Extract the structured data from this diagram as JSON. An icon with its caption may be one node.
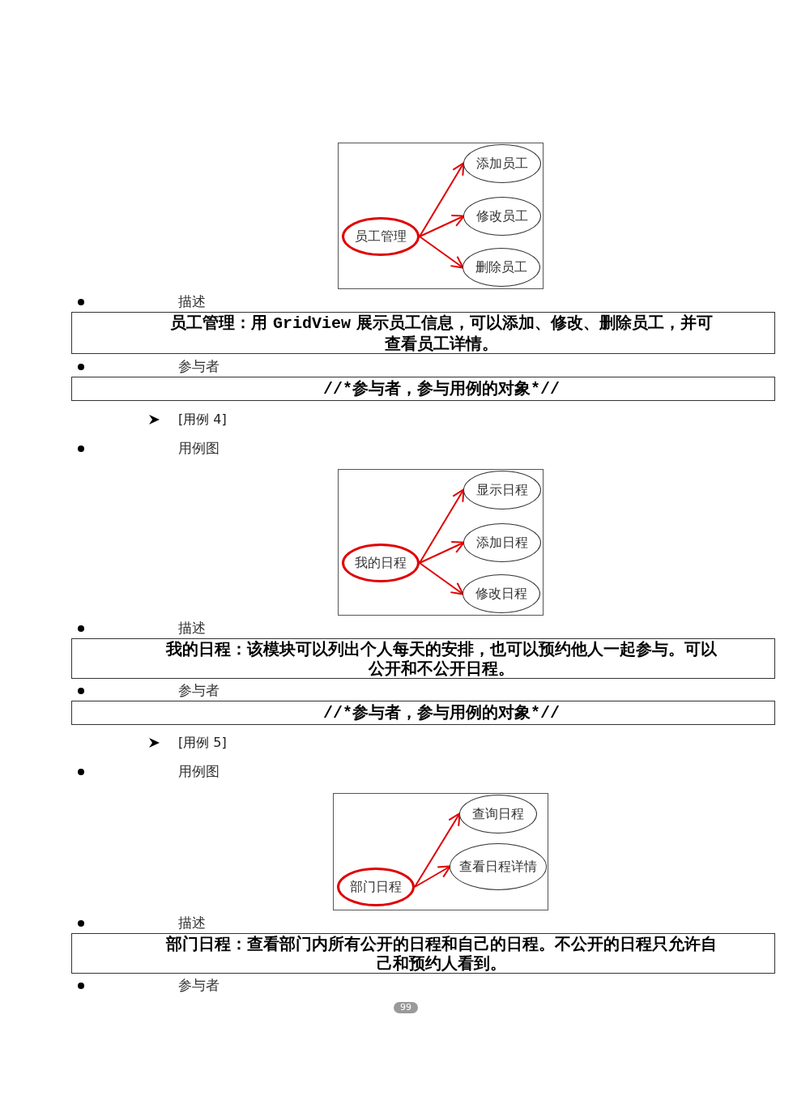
{
  "diagram": {
    "nodes": [
      {
        "text": [],
        "shape": "box"
      },
      {
        "text": [
          "员工管理"
        ],
        "in": 0
      },
      {
        "text": [
          "添加员工"
        ],
        "in": 0
      },
      {
        "text": [
          "修改员工"
        ],
        "in": 0
      },
      {
        "text": [
          "删除员工"
        ],
        "in": 0
      },
      {
        "text": [
          "员工管理：用 GridView 展示员工信息，可以添加、修改、删除员工，并可查看员工详情。"
        ]
      },
      {
        "text": [
          "//*参与者，参与用例的对象*//"
        ]
      },
      {
        "text": [],
        "shape": "box"
      },
      {
        "text": [
          "我的日程"
        ],
        "in": 7
      },
      {
        "text": [
          "显示日程"
        ],
        "in": 7
      },
      {
        "text": [
          "添加日程"
        ],
        "in": 7
      },
      {
        "text": [
          "修改日程"
        ],
        "in": 7
      },
      {
        "text": [
          "我的日程：该模块可以列出个人每天的安排，也可以预约他人一起参与。可以公开和不公开日程。"
        ]
      },
      {
        "text": [
          "//*参与者，参与用例的对象*//"
        ]
      },
      {
        "text": [],
        "shape": "box"
      },
      {
        "text": [
          "部门日程"
        ],
        "in": 14
      },
      {
        "text": [
          "查询日程"
        ],
        "in": 14
      },
      {
        "text": [
          "查看日程详情"
        ],
        "in": 14
      },
      {
        "text": [
          "部门日程：查看部门内所有公开的日程和自己的日程。不公开的日程只允许自己和预约人看到。"
        ]
      }
    ],
    "edges": [
      {
        "from": 1,
        "to": 2,
        "arrow": "to"
      },
      {
        "from": 1,
        "to": 3,
        "arrow": "to"
      },
      {
        "from": 1,
        "to": 4,
        "arrow": "to"
      },
      {
        "from": 8,
        "to": 9,
        "arrow": "to"
      },
      {
        "from": 8,
        "to": 10,
        "arrow": "to"
      },
      {
        "from": 8,
        "to": 11,
        "arrow": "to"
      },
      {
        "from": 15,
        "to": 16,
        "arrow": "to"
      },
      {
        "from": 15,
        "to": 17,
        "arrow": "to"
      }
    ],
    "labels": [
      "描述",
      "参与者",
      "[用例 4]",
      "用例图",
      "描述",
      "参与者",
      "[用例 5]",
      "用例图",
      "描述",
      "参与者",
      "99"
    ]
  }
}
